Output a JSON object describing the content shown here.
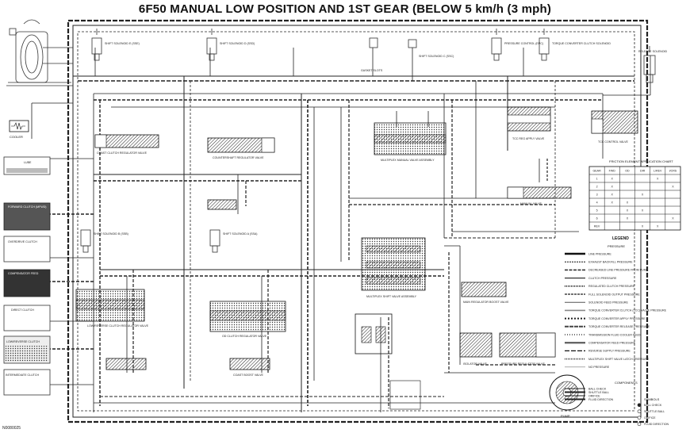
{
  "title": "6F50 MANUAL LOW POSITION AND 1ST GEAR (BELOW 5 km/h (3 mph)",
  "figure_code": "N0080025",
  "components": {
    "cooler": "COOLER",
    "gasket_slots": "GASKET SLOTS",
    "coast_clutch_regulator": "COAST CLUTCH REGULATOR VALVE",
    "countershaft_regulator": "COUNTERSHAFT REGULATOR VALVE",
    "multiplex_manual": "MULTIPLEX MANUAL VALVE ASSEMBLY",
    "tcc_reg_apply": "TCC REG APPLY VALVE",
    "tcc_control": "TCC CONTROL VALVE",
    "manual_valve": "MANUAL VALVE",
    "low_rev_clutch_regulator": "LOW/REVERSE CLUTCH REGULATOR VALVE",
    "od_clutch_regulator": "OD CLUTCH REGULATOR VALVE",
    "multiplex_shift": "MULTIPLEX SHIFT VALVE ASSEMBLY",
    "isolator_valve": "ISOLATOR VALVE",
    "pressure_regulator": "PRESSURE REGULATOR VALVE",
    "main_reg_boost": "MAIN REGULATOR BOOST VALVE",
    "coast_boost": "COAST BOOST VALVE",
    "pump": "PUMP",
    "release_solenoid": "RELEASE SOLENOID"
  },
  "solenoids": {
    "sol_a": "SHIFT SOLENOID A (SSA)",
    "sol_b": "SHIFT SOLENOID B (SSB)",
    "sol_c": "SHIFT SOLENOID C (SSC)",
    "sol_d": "SHIFT SOLENOID D (SSD)",
    "sol_e": "SHIFT SOLENOID E (SSE)",
    "tcc_sol": "TORQUE CONVERTER CLUTCH SOLENOID",
    "epc": "PRESSURE CONTROL (EPC)"
  },
  "clutch_boxes": {
    "lube": "LUBE",
    "forward": "FORWARD CLUTCH (MFWD)",
    "overdrive": "OVERDRIVE CLUTCH",
    "compensator": "COMPENSATOR FEED",
    "direct": "DIRECT CLUTCH",
    "low_reverse": "LOW/REVERSE CLUTCH",
    "intermediate": "INTERMEDIATE CLUTCH"
  },
  "friction_table": {
    "title": "FRICTION ELEMENT APPLICATION CHART",
    "headers": [
      "GEAR",
      "FWD",
      "OD",
      "DIR",
      "L/REV",
      "I/CRS"
    ],
    "rows": [
      [
        "1",
        "X",
        "",
        "",
        "X",
        ""
      ],
      [
        "2",
        "X",
        "",
        "",
        "",
        "X"
      ],
      [
        "3",
        "X",
        "",
        "X",
        "",
        ""
      ],
      [
        "4",
        "X",
        "X",
        "",
        "",
        ""
      ],
      [
        "5",
        "",
        "X",
        "X",
        "",
        ""
      ],
      [
        "6",
        "",
        "X",
        "",
        "",
        "X"
      ],
      [
        "REV",
        "",
        "",
        "X",
        "X",
        ""
      ]
    ]
  },
  "legend": {
    "title": "LEGEND",
    "subtitle": "PRESSURE",
    "items": [
      "LINE PRESSURE",
      "EXHAUST BACKFILL PRESSURE",
      "DECREASED LINE PRESSURE FROM PUMP",
      "CLUTCH PRESSURE",
      "REGULATED CLUTCH PRESSURE",
      "FULL SOLENOID OUTPUT PRESSURE",
      "SOLENOID FEED PRESSURE",
      "TORQUE CONVERTER CLUTCH (TCC) VALVE PRESSURE",
      "TORQUE CONVERTER APPLY PRESSURE",
      "TORQUE CONVERTER RELEASE PRESSURE",
      "TRANSMISSION FLUID COOLER FEED",
      "COMPENSATOR FEED PRESSURE",
      "REVERSE SUPPLY PRESSURE",
      "MULTIPLEX SHIFT VALVE LATCH PRESSURE",
      "NO PRESSURE"
    ],
    "components_title": "COMPONENTS",
    "component_items": [
      "BALL CHECK",
      "SHUTTLE BALL",
      "ORIFICE",
      "FLUID DIRECTION"
    ],
    "symbols_title": "SYMBOLS",
    "symbols": [
      "BALL CHECK",
      "SHUTTLE BALL",
      "ORIFICE",
      "FLUID DIRECTION"
    ]
  }
}
